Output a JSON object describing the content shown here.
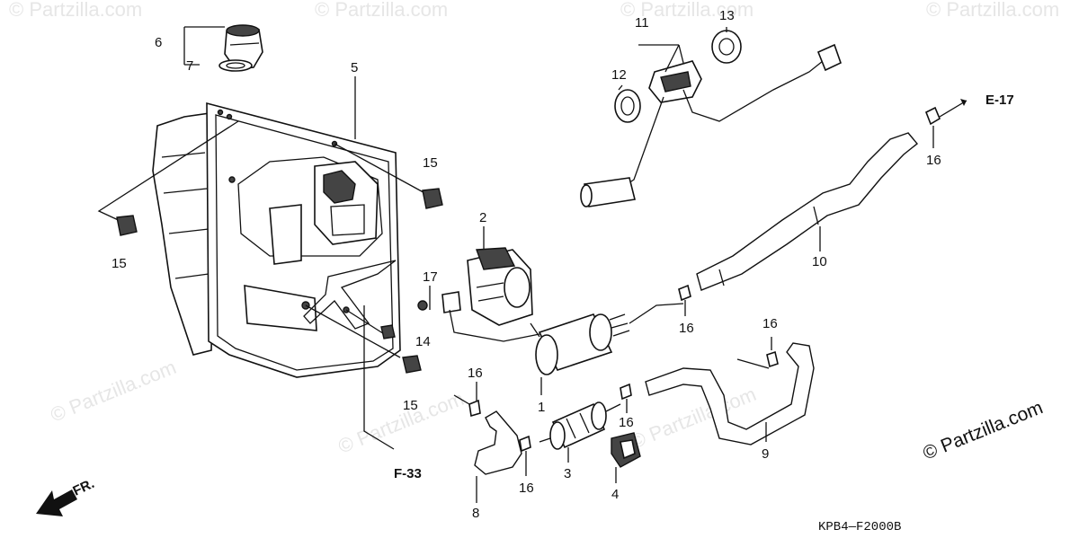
{
  "watermarks": [
    "© Partzilla.com",
    "© Partzilla.com",
    "© Partzilla.com",
    "© Partzilla.com",
    "© Partzilla.com",
    "© Partzilla.com",
    "© Partzilla.com"
  ],
  "copyright": "© Partzilla.com",
  "diagram_code": "KPB4—F2000B",
  "direction_label": "FR.",
  "references": {
    "e17": "E-17",
    "f33": "F-33"
  },
  "callouts": {
    "c1": "1",
    "c2": "2",
    "c3": "3",
    "c4": "4",
    "c5": "5",
    "c6": "6",
    "c7": "7",
    "c8": "8",
    "c9": "9",
    "c10": "10",
    "c11": "11",
    "c12": "12",
    "c13": "13",
    "c14": "14",
    "c15a": "15",
    "c15b": "15",
    "c15c": "15",
    "c16a": "16",
    "c16b": "16",
    "c16c": "16",
    "c16d": "16",
    "c16e": "16",
    "c16f": "16",
    "c17": "17"
  }
}
